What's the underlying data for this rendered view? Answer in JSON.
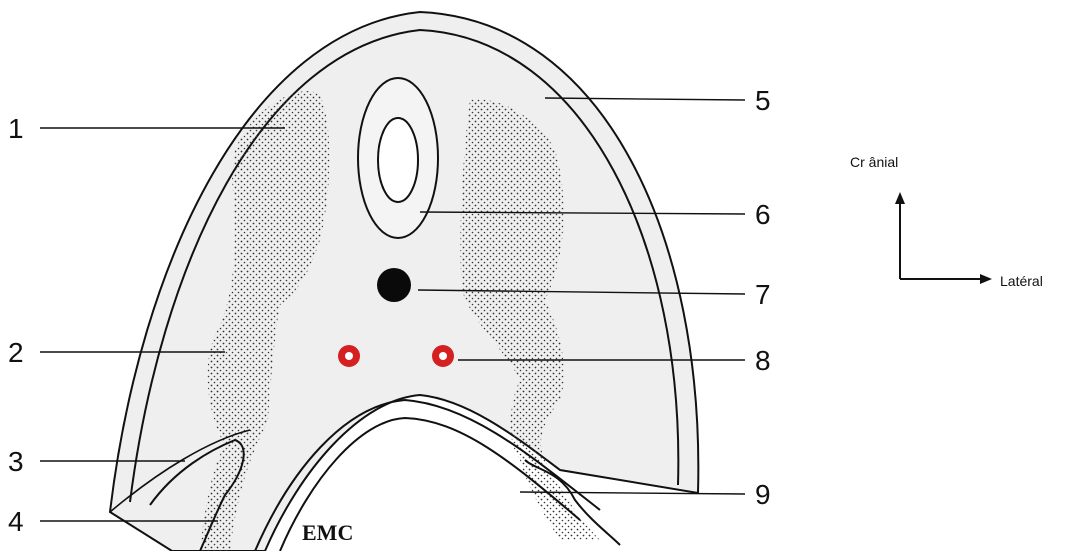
{
  "callouts": [
    {
      "num": "1"
    },
    {
      "num": "2"
    },
    {
      "num": "3"
    },
    {
      "num": "4"
    },
    {
      "num": "5"
    },
    {
      "num": "6"
    },
    {
      "num": "7"
    },
    {
      "num": "8"
    },
    {
      "num": "9"
    }
  ],
  "orientation": {
    "cranial": "Cr ânial",
    "lateral": "Latéral"
  },
  "logo": "EMC",
  "colors": {
    "tissue": "#efefef",
    "outline": "#111111",
    "stipple": "#222222",
    "vessel": "#d42020"
  }
}
